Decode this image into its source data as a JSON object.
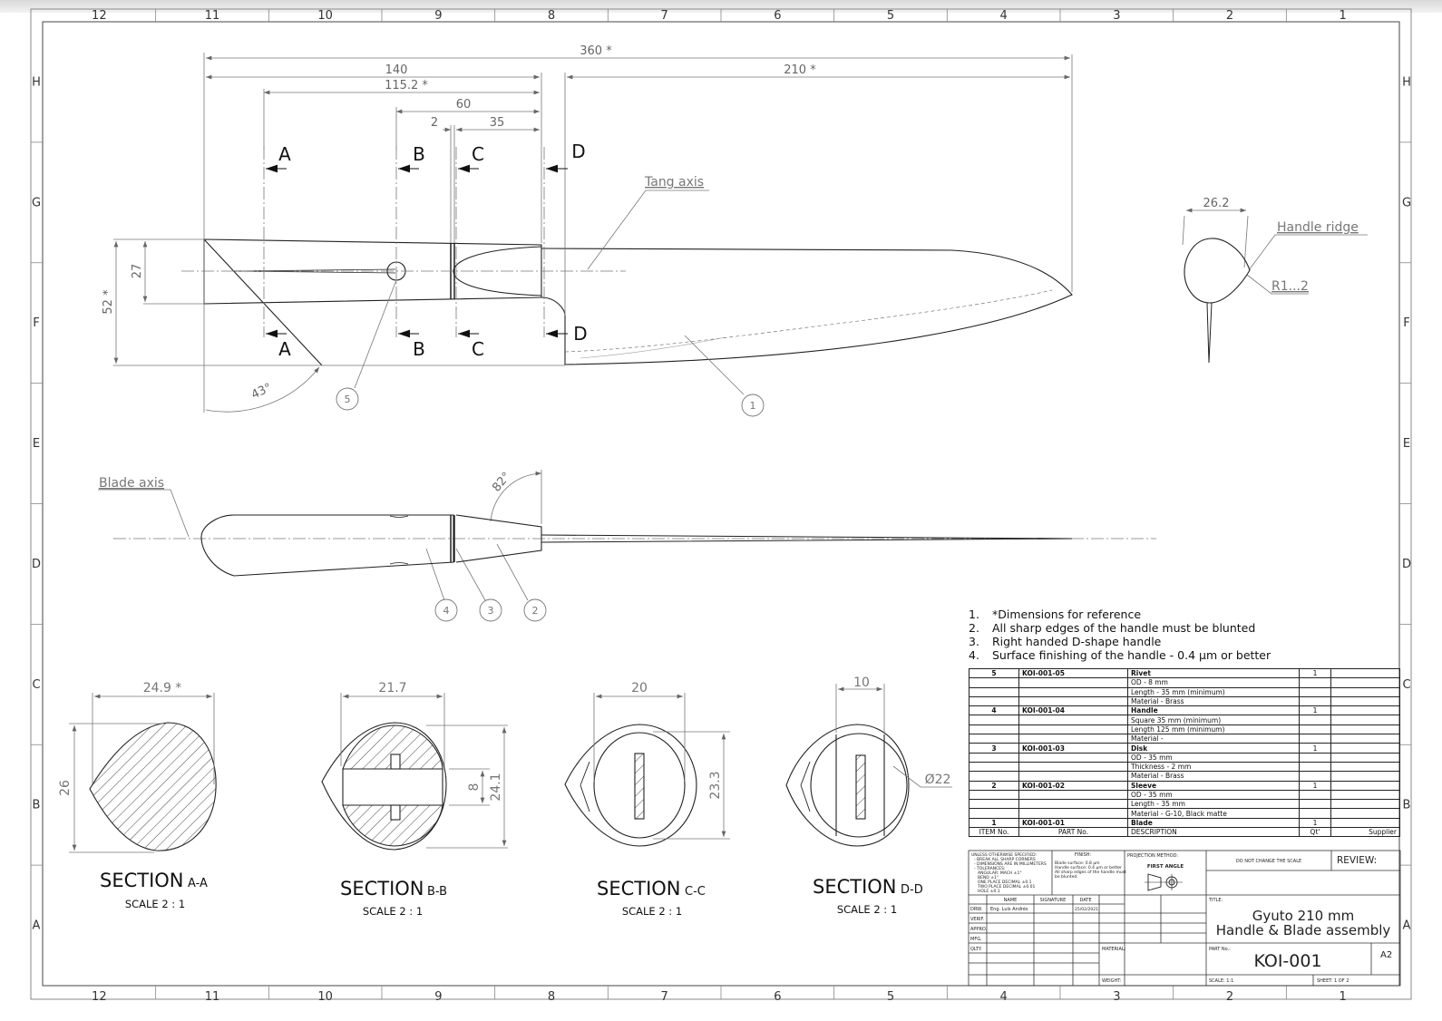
{
  "grid": {
    "columns": [
      "12",
      "11",
      "10",
      "9",
      "8",
      "7",
      "6",
      "5",
      "4",
      "3",
      "2",
      "1"
    ],
    "rows": [
      "H",
      "G",
      "F",
      "E",
      "D",
      "C",
      "B",
      "A"
    ]
  },
  "dimensions": {
    "overall": "360 *",
    "handle": "140",
    "rivet_pos": "115.2 *",
    "sleeve_start": "60",
    "disk": "2",
    "sleeve": "35",
    "blade": "210 *",
    "height": "52 *",
    "handle_height": "27",
    "angle_tip": "43°",
    "angle_sleeve": "82°",
    "ridge_width": "26.2",
    "ridge_radius": "R1...2"
  },
  "section_marks": {
    "a": "A",
    "b": "B",
    "c": "C",
    "d": "D"
  },
  "callouts": {
    "tang_axis": "Tang axis",
    "blade_axis": "Blade axis",
    "handle_ridge": "Handle ridge"
  },
  "balloons": [
    "1",
    "2",
    "3",
    "4",
    "5"
  ],
  "sections": [
    {
      "title": "SECTION",
      "sub": "A-A",
      "scale": "SCALE 2 : 1",
      "w": "24.9 *",
      "h": "26"
    },
    {
      "title": "SECTION",
      "sub": "B-B",
      "scale": "SCALE 2 : 1",
      "w": "21.7",
      "h": "24.1",
      "h2": "8"
    },
    {
      "title": "SECTION",
      "sub": "C-C",
      "scale": "SCALE 2 : 1",
      "w": "20",
      "h": "23.3"
    },
    {
      "title": "SECTION",
      "sub": "D-D",
      "scale": "SCALE 2 : 1",
      "w": "10",
      "d": "Ø22"
    }
  ],
  "notes": [
    {
      "n": "1.",
      "t": "*Dimensions for reference"
    },
    {
      "n": "2.",
      "t": "All sharp edges of the handle must be blunted"
    },
    {
      "n": "3.",
      "t": "Right handed D-shape handle"
    },
    {
      "n": "4.",
      "t": "Surface finishing of the handle - 0.4 μm or better"
    }
  ],
  "bom": {
    "rows": [
      {
        "item": "5",
        "part": "KOI-001-05",
        "desc": "Rivet",
        "qty": "1",
        "bold": true
      },
      {
        "item": "",
        "part": "",
        "desc": "OD - 8 mm",
        "qty": ""
      },
      {
        "item": "",
        "part": "",
        "desc": "Length - 35 mm (minimum)",
        "qty": ""
      },
      {
        "item": "",
        "part": "",
        "desc": "Material - Brass",
        "qty": ""
      },
      {
        "item": "4",
        "part": "KOI-001-04",
        "desc": "Handle",
        "qty": "1",
        "bold": true
      },
      {
        "item": "",
        "part": "",
        "desc": "Square 35 mm (minimum)",
        "qty": ""
      },
      {
        "item": "",
        "part": "",
        "desc": "Length 125 mm (minimum)",
        "qty": ""
      },
      {
        "item": "",
        "part": "",
        "desc": "Material -",
        "qty": ""
      },
      {
        "item": "3",
        "part": "KOI-001-03",
        "desc": "Disk",
        "qty": "1",
        "bold": true
      },
      {
        "item": "",
        "part": "",
        "desc": "OD - 35 mm",
        "qty": ""
      },
      {
        "item": "",
        "part": "",
        "desc": "Thickness - 2 mm",
        "qty": ""
      },
      {
        "item": "",
        "part": "",
        "desc": "Material - Brass",
        "qty": ""
      },
      {
        "item": "2",
        "part": "KOI-001-02",
        "desc": "Sleeve",
        "qty": "1",
        "bold": true
      },
      {
        "item": "",
        "part": "",
        "desc": "OD - 35 mm",
        "qty": ""
      },
      {
        "item": "",
        "part": "",
        "desc": "Length - 35 mm",
        "qty": ""
      },
      {
        "item": "",
        "part": "",
        "desc": "Material - G-10, Black matte",
        "qty": ""
      },
      {
        "item": "1",
        "part": "KOI-001-01",
        "desc": "Blade",
        "qty": "1",
        "bold": true
      }
    ],
    "header": {
      "item": "ITEM No.",
      "part": "PART No.",
      "desc": "DESCRIPTION",
      "qty": "Qt'",
      "supplier": "Supplier"
    }
  },
  "title_block": {
    "unless": "UNLESS OTHERWISE SPECIFIED:",
    "unless_lines": [
      "- BREAK ALL SHARP CORNERS",
      "- DIMENSIONS ARE IN MILLIMETERS",
      "- TOLERANCES:",
      "ANGULAR: MACH ±1°",
      "BEND ±1°",
      "ONE PLACE DECIMAL ±0.1",
      "TWO PLACE DECIMAL ±0.01",
      "HOLE ±0.1"
    ],
    "finish": "FINISH:",
    "finish_lines": [
      "Blade surface: 0.8 μm",
      "Handle surface: 0.4 μm or better",
      "All sharp edges of the handle must",
      "be blunted."
    ],
    "projection": "PROJECTION METHOD:",
    "first_angle": "FIRST ANGLE",
    "do_not_scale": "DO NOT CHANGE THE SCALE",
    "review": "REVIEW:",
    "name": "NAME",
    "signature": "SIGNATURE",
    "date": "DATE",
    "roles": [
      "DRW.",
      "VERIF.",
      "APPRO.",
      "MFG.",
      "QLTY."
    ],
    "drawn_by": "Eng. Luis Andrés",
    "drawn_date": "25/02/2021",
    "material": "MATERIAL:",
    "weight": "WEIGHT:",
    "title_label": "TITLE:",
    "title_1": "Gyuto 210 mm",
    "title_2": "Handle & Blade assembly",
    "part_no_label": "PART No.:",
    "part_no": "KOI-001",
    "size": "A2",
    "scale": "SCALE: 1:1",
    "sheet": "SHEET: 1 OF 2"
  }
}
